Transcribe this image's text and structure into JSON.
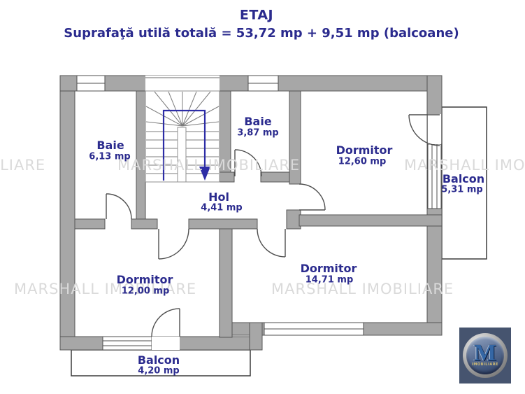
{
  "header": {
    "title": "ETAJ",
    "subtitle": "Suprafaţă utilă totală = 53,72 mp + 9,51 mp (balcoane)"
  },
  "rooms": [
    {
      "name": "Baie",
      "area": "6,13 mp"
    },
    {
      "name": "Baie",
      "area": "3,87 mp"
    },
    {
      "name": "Dormitor",
      "area": "12,60 mp"
    },
    {
      "name": "Balcon",
      "area": "5,31 mp"
    },
    {
      "name": "Hol",
      "area": "4,41 mp"
    },
    {
      "name": "Dormitor",
      "area": "12,00 mp"
    },
    {
      "name": "Dormitor",
      "area": "14,71 mp"
    },
    {
      "name": "Balcon",
      "area": "4,20 mp"
    }
  ],
  "watermark": "MARSHALL IMOBILIARE",
  "logo": {
    "letter": "M",
    "word": "IMOBILIARE"
  },
  "colors": {
    "text_navy": "#2b2b8e",
    "wall_fill": "#a7a7a7",
    "wall_outline": "#545454",
    "stair_blue": "#2d2da6",
    "watermark_gray": "#dadada",
    "logo_bg": "#46546f"
  }
}
